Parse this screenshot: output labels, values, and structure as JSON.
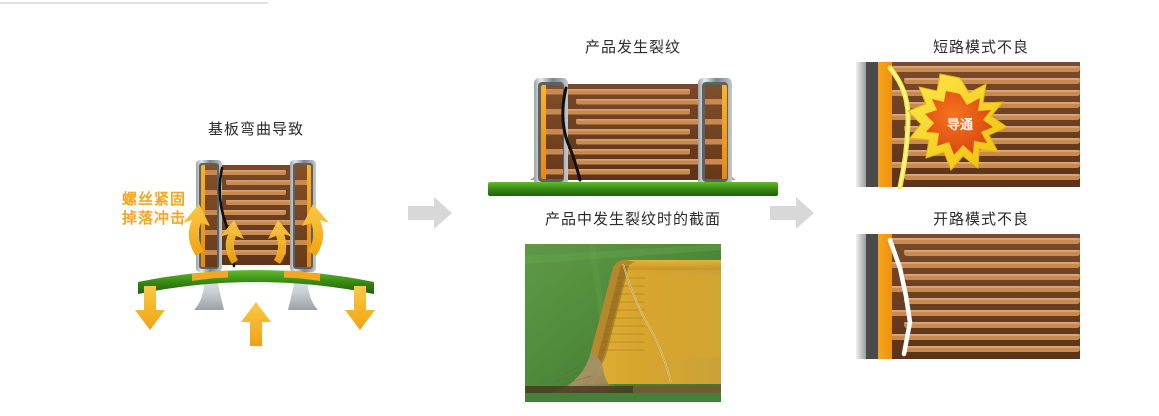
{
  "figure": {
    "title_implicit": "MLCC 基板弯曲裂纹与不良模式",
    "background_color": "#ffffff"
  },
  "panels": {
    "bend": {
      "caption": "基板弯曲导致",
      "stress_label_line1": "螺丝紧固",
      "stress_label_line2": "掉落冲击",
      "stress_label_color": "#F5A623",
      "pcb_color": "#3a8f16",
      "pad_color": "#F5A623",
      "arrow_down_left": "down-arrow",
      "arrow_down_right": "down-arrow",
      "arrow_up_center": "up-arrow",
      "bend_arrow_left": "curved-arrow-up-left",
      "bend_arrow_right": "curved-arrow-up-right",
      "crack": "crack-line"
    },
    "crack": {
      "caption": "产品发生裂纹",
      "pcb_color": "#3a8f16",
      "crack": "crack-line"
    },
    "photo": {
      "caption": "产品中发生裂纹时的截面",
      "resin_color": "#52893c",
      "ceramic_color": "#d9a32a"
    },
    "short": {
      "caption": "短路模式不良",
      "badge_text": "导通",
      "badge_fill": "#E8561B",
      "badge_star": "#F5D30B",
      "crack_color": "#F7E93F"
    },
    "open": {
      "caption": "开路模式不良",
      "crack_color": "#ffffff"
    }
  },
  "flow": {
    "arrow_1": "right-arrow",
    "arrow_2": "right-arrow",
    "arrow_color": "#d8d8d8"
  },
  "palette": {
    "electrode": "#C98A52",
    "dielectric": "#6E3F23",
    "termination": "#F5A01B",
    "metal_cap": "#5C6166",
    "pcb_green": "#3a8f16",
    "accent_orange": "#F5A623",
    "caption_text": "#2b2b2b"
  }
}
